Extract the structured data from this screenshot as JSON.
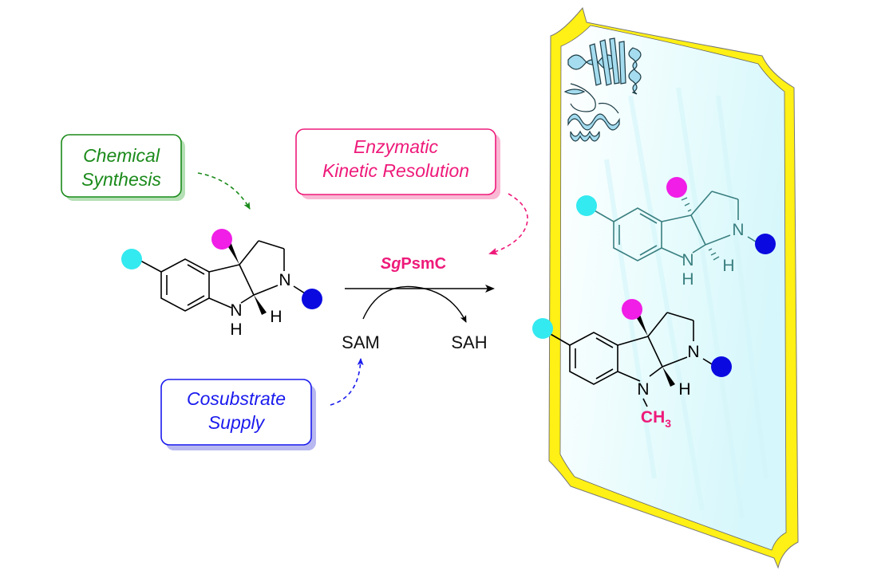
{
  "boxes": {
    "chemical_synthesis": {
      "line1": "Chemical",
      "line2": "Synthesis",
      "color": "#1a8a1a"
    },
    "enzymatic_resolution": {
      "line1": "Enzymatic",
      "line2": "Kinetic Resolution",
      "color": "#ee1a7a"
    },
    "cosubstrate_supply": {
      "line1": "Cosubstrate",
      "line2": "Supply",
      "color": "#1a1aee"
    }
  },
  "reaction": {
    "enzyme_prefix": "Sg",
    "enzyme_suffix": "PsmC",
    "enzyme_color": "#ee1a7a",
    "cosubstrate_in": "SAM",
    "cosubstrate_out": "SAH"
  },
  "substrate": {
    "atom_N": "N",
    "atom_NH_N": "N",
    "atom_NH_H": "H",
    "atom_H": "H"
  },
  "product_unreacted": {
    "atom_N": "N",
    "atom_NH_N": "N",
    "atom_NH_H": "H",
    "atom_H": "H",
    "color": "#3a7f80"
  },
  "product_methylated": {
    "atom_N": "N",
    "atom_N1": "N",
    "atom_H": "H",
    "methyl": "CH",
    "methyl_sub": "3",
    "methyl_color": "#ee1a7a"
  },
  "substituent_colors": {
    "cyan": "#33eaf0",
    "magenta": "#f01ee6",
    "blue": "#0a0ae0"
  },
  "frame": {
    "border_color": "#fff015",
    "glass_color": "#e6fbfd",
    "protein_color": "#a5dcef"
  }
}
